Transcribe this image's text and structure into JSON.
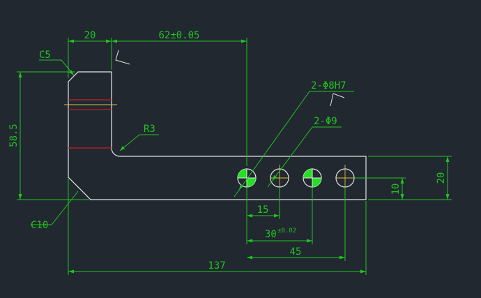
{
  "colors": {
    "background": "#212830",
    "part_outline": "#e6e6e6",
    "dimension": "#22c322",
    "hidden_line": "#c0202a",
    "center_line": "#d8c040",
    "hole_fill": "#22e022"
  },
  "dimensions": {
    "width_top": "20",
    "offset_top": "62±0.05",
    "chamfer_top": "C5",
    "height_left": "58.5",
    "radius": "R3",
    "hole_reamed": "2-Φ8H7",
    "hole_plain": "2-Φ9",
    "height_right": "20",
    "hole_height": "10",
    "spacing_1": "15",
    "spacing_2": "30",
    "spacing_2_tol": "±0.02",
    "spacing_3": "45",
    "total_length": "137",
    "chamfer_bottom": "C10"
  },
  "icons": {
    "roughness_top": "surface-roughness-icon",
    "roughness_hole": "surface-roughness-icon"
  }
}
